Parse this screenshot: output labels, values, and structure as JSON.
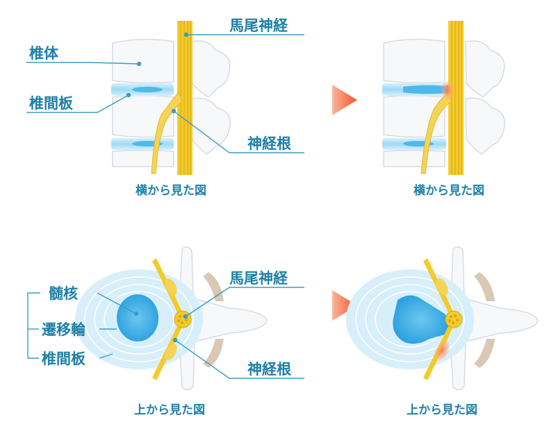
{
  "colors": {
    "label": "#1f7fa6",
    "leader": "#3a9cc4",
    "bone_fill": "#f7f8fa",
    "bone_stroke": "#d8dde3",
    "disc_blue": "#8fd3f3",
    "nerve_yellow": "#f3cb2a",
    "arrow_orange": "#f46a3c"
  },
  "side_view": {
    "labels": {
      "cauda_equina": "馬尾神経",
      "vertebral_body": "椎体",
      "disc": "椎間板",
      "nerve_root": "神経根"
    },
    "caption_normal": "横から見た図",
    "caption_herniated": "横から見た図"
  },
  "top_view": {
    "labels": {
      "nucleus": "髄核",
      "annulus": "遷移輪",
      "disc": "椎間板",
      "cauda_equina": "馬尾神経",
      "nerve_root": "神経根"
    },
    "caption_normal": "上から見た図",
    "caption_herniated": "上から見た図"
  },
  "arrows": [
    "arrow-right-icon",
    "arrow-right-icon"
  ]
}
